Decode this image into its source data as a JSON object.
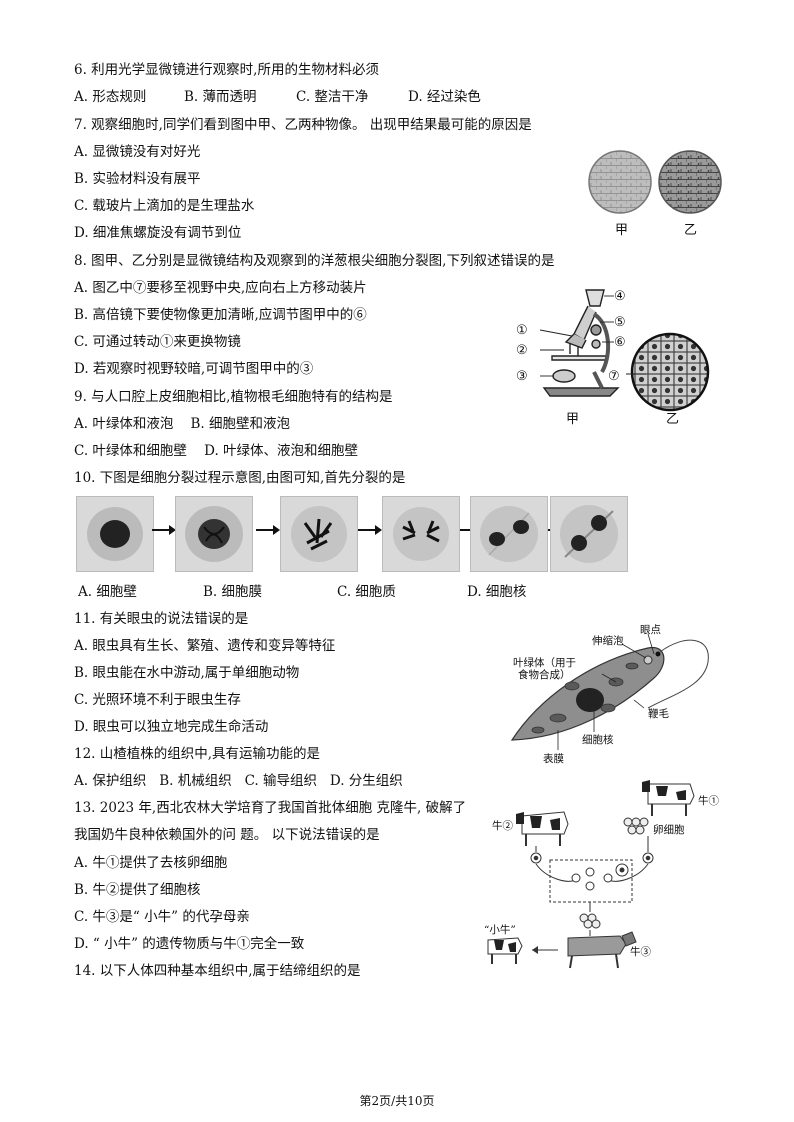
{
  "q6": {
    "stem": "6. 利用光学显微镜进行观察时,所用的生物材料必须",
    "a": "A. 形态规则",
    "b": "B. 薄而透明",
    "c": "C. 整洁干净",
    "d": "D. 经过染色"
  },
  "q7": {
    "stem": "7. 观察细胞时,同学们看到图中甲、乙两种物像。 出现甲结果最可能的原因是",
    "a": "A. 显微镜没有对好光",
    "b": "B. 实验材料没有展平",
    "c": "C. 载玻片上滴加的是生理盐水",
    "d": "D. 细准焦螺旋没有调节到位",
    "fig_label_1": "甲",
    "fig_label_2": "乙"
  },
  "q8": {
    "stem": "8. 图甲、乙分别是显微镜结构及观察到的洋葱根尖细胞分裂图,下列叙述错误的是",
    "a": "A. 图乙中⑦要移至视野中央,应向右上方移动装片",
    "b": "B. 高倍镜下要使物像更加清晰,应调节图甲中的⑥",
    "c": "C. 可通过转动①来更换物镜",
    "d": "D. 若观察时视野较暗,可调节图甲中的③",
    "n1": "①",
    "n2": "②",
    "n3": "③",
    "n4": "④",
    "n5": "⑤",
    "n6": "⑥",
    "n7": "⑦",
    "fig_label_1": "甲",
    "fig_label_2": "乙"
  },
  "q9": {
    "stem": "9. 与人口腔上皮细胞相比,植物根毛细胞特有的结构是",
    "ab": "A. 叶绿体和液泡    B. 细胞壁和液泡",
    "cd": "C. 叶绿体和细胞壁    D. 叶绿体、液泡和细胞壁"
  },
  "q10": {
    "stem": "10. 下图是细胞分裂过程示意图,由图可知,首先分裂的是",
    "a": "A.  细胞壁",
    "b": "B.  细胞膜",
    "c": "C.  细胞质",
    "d": "D.  细胞核"
  },
  "q11": {
    "stem": "11. 有关眼虫的说法错误的是",
    "a": "A. 眼虫具有生长、繁殖、遗传和变异等特征",
    "b": "B. 眼虫能在水中游动,属于单细胞动物",
    "c": "C. 光照环境不利于眼虫生存",
    "d": "D. 眼虫可以独立地完成生命活动",
    "l_eyespot": "眼点",
    "l_vacuole": "伸缩泡",
    "l_chloro_1": "叶绿体（用于",
    "l_chloro_2": "食物合成）",
    "l_flagellum": "鞭毛",
    "l_nucleus": "细胞核",
    "l_membrane": "表膜"
  },
  "q12": {
    "stem": "12. 山楂植株的组织中,具有运输功能的是",
    "opts": "A. 保护组织   B. 机械组织   C. 输导组织   D. 分生组织"
  },
  "q13": {
    "stem_1": "13. 2023 年,西北农林大学培育了我国首批体细胞 克隆牛, 破解了",
    "stem_2": "我国奶牛良种依赖国外的问 题。 以下说法错误的是",
    "a": "A. 牛①提供了去核卵细胞",
    "b": "B. 牛②提供了细胞核",
    "c": "C. 牛③是“ 小牛” 的代孕母亲",
    "d": "D. “ 小牛” 的遗传物质与牛①完全一致",
    "l_cow1": "牛①",
    "l_cow2": "牛②",
    "l_cow3": "牛③",
    "l_egg": "卵细胞",
    "l_calf": "“小牛”"
  },
  "q14": {
    "stem": "14. 以下人体四种基本组织中,属于结缔组织的是"
  },
  "footer": "第2页/共10页"
}
